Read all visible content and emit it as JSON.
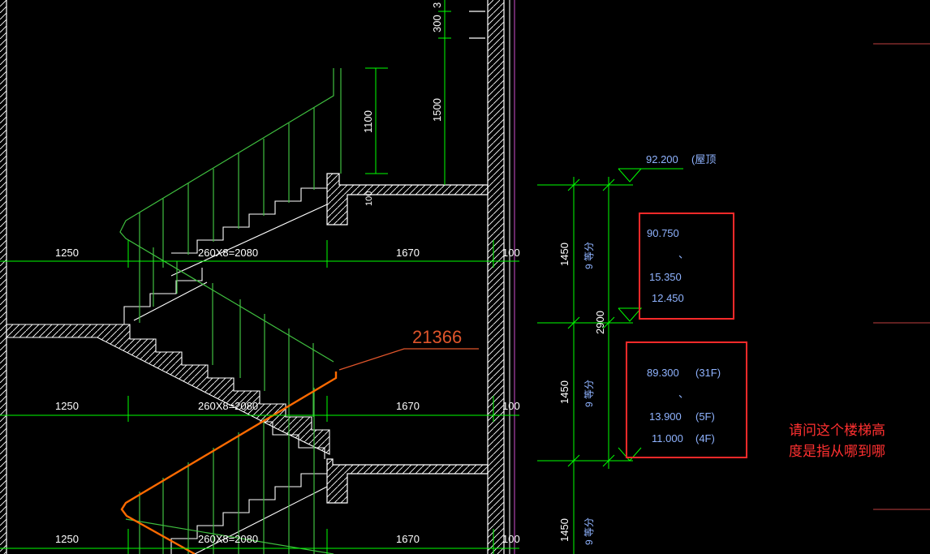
{
  "dimensions": {
    "dim_300": "300",
    "dim_3": "3",
    "dim_1500": "1500",
    "dim_1100": "1100",
    "dim_100_top": "100",
    "dim_1250": "1250",
    "dim_run": "260X8=2080",
    "dim_1670": "1670",
    "dim_100_side": "100",
    "dim_1450": "1450",
    "dim_9equal": "9 等分",
    "dim_2900": "2900"
  },
  "leader_label": "21366",
  "roof": {
    "elevation": "92.200",
    "note": "(屋顶"
  },
  "box_upper": {
    "line1": "90.750",
    "line2": "、",
    "line3": "15.350",
    "line4": "12.450"
  },
  "box_lower": {
    "line1_elev": "89.300",
    "line1_floor": "(31F)",
    "line2": "、",
    "line3_elev": "13.900",
    "line3_floor": "(5F)",
    "line4_elev": "11.000",
    "line4_floor": "(4F)"
  },
  "question": {
    "line1": "请问这个楼梯高",
    "line2": "度是指从哪到哪"
  },
  "colors": {
    "background": "#000000",
    "stair_line": "#ffffff",
    "dim_line": "#00ff00",
    "railing": "#3fbf3f",
    "highlight": "#ff6a00",
    "box": "#ff2a2a",
    "level_text": "#8fb3ff"
  }
}
